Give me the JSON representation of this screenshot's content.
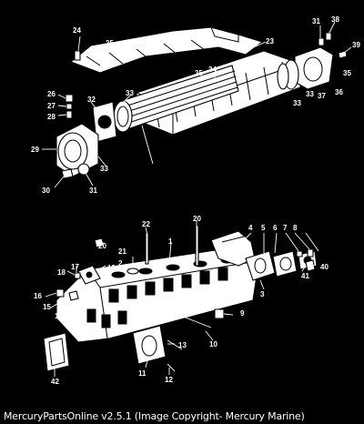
{
  "caption": "MercuryPartsOnline v2.5.1 (Image Copyright- Mercury Marine)",
  "colors": {
    "background": "#000000",
    "ink": "#ffffff"
  },
  "callouts": [
    "1",
    "2",
    "3",
    "4",
    "5",
    "6",
    "7",
    "8",
    "9",
    "10",
    "11",
    "12",
    "13",
    "14",
    "15",
    "16",
    "17",
    "18",
    "19",
    "20",
    "21",
    "22",
    "23",
    "24",
    "25",
    "26",
    "27",
    "28",
    "29",
    "30",
    "31",
    "32",
    "33",
    "34",
    "35",
    "36",
    "37",
    "38",
    "39",
    "40",
    "41",
    "42"
  ]
}
